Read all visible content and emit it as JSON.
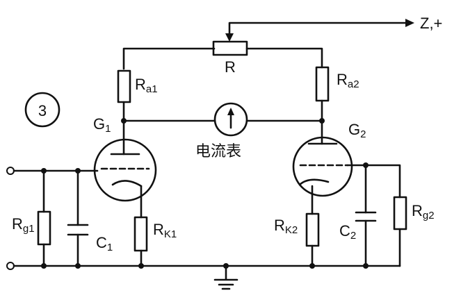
{
  "figure_number": "3",
  "supply_label": "Z,+",
  "meter_label": "电流表",
  "components": {
    "pot": {
      "name": "R"
    },
    "ra1": {
      "name": "R",
      "sub": "a1"
    },
    "ra2": {
      "name": "R",
      "sub": "a2"
    },
    "rk1": {
      "name": "R",
      "sub": "K1"
    },
    "rk2": {
      "name": "R",
      "sub": "K2"
    },
    "rg1": {
      "name": "R",
      "sub": "g1"
    },
    "rg2": {
      "name": "R",
      "sub": "g2"
    },
    "c1": {
      "name": "C",
      "sub": "1"
    },
    "c2": {
      "name": "C",
      "sub": "2"
    },
    "g1": {
      "name": "G",
      "sub": "1"
    },
    "g2": {
      "name": "G",
      "sub": "2"
    }
  }
}
